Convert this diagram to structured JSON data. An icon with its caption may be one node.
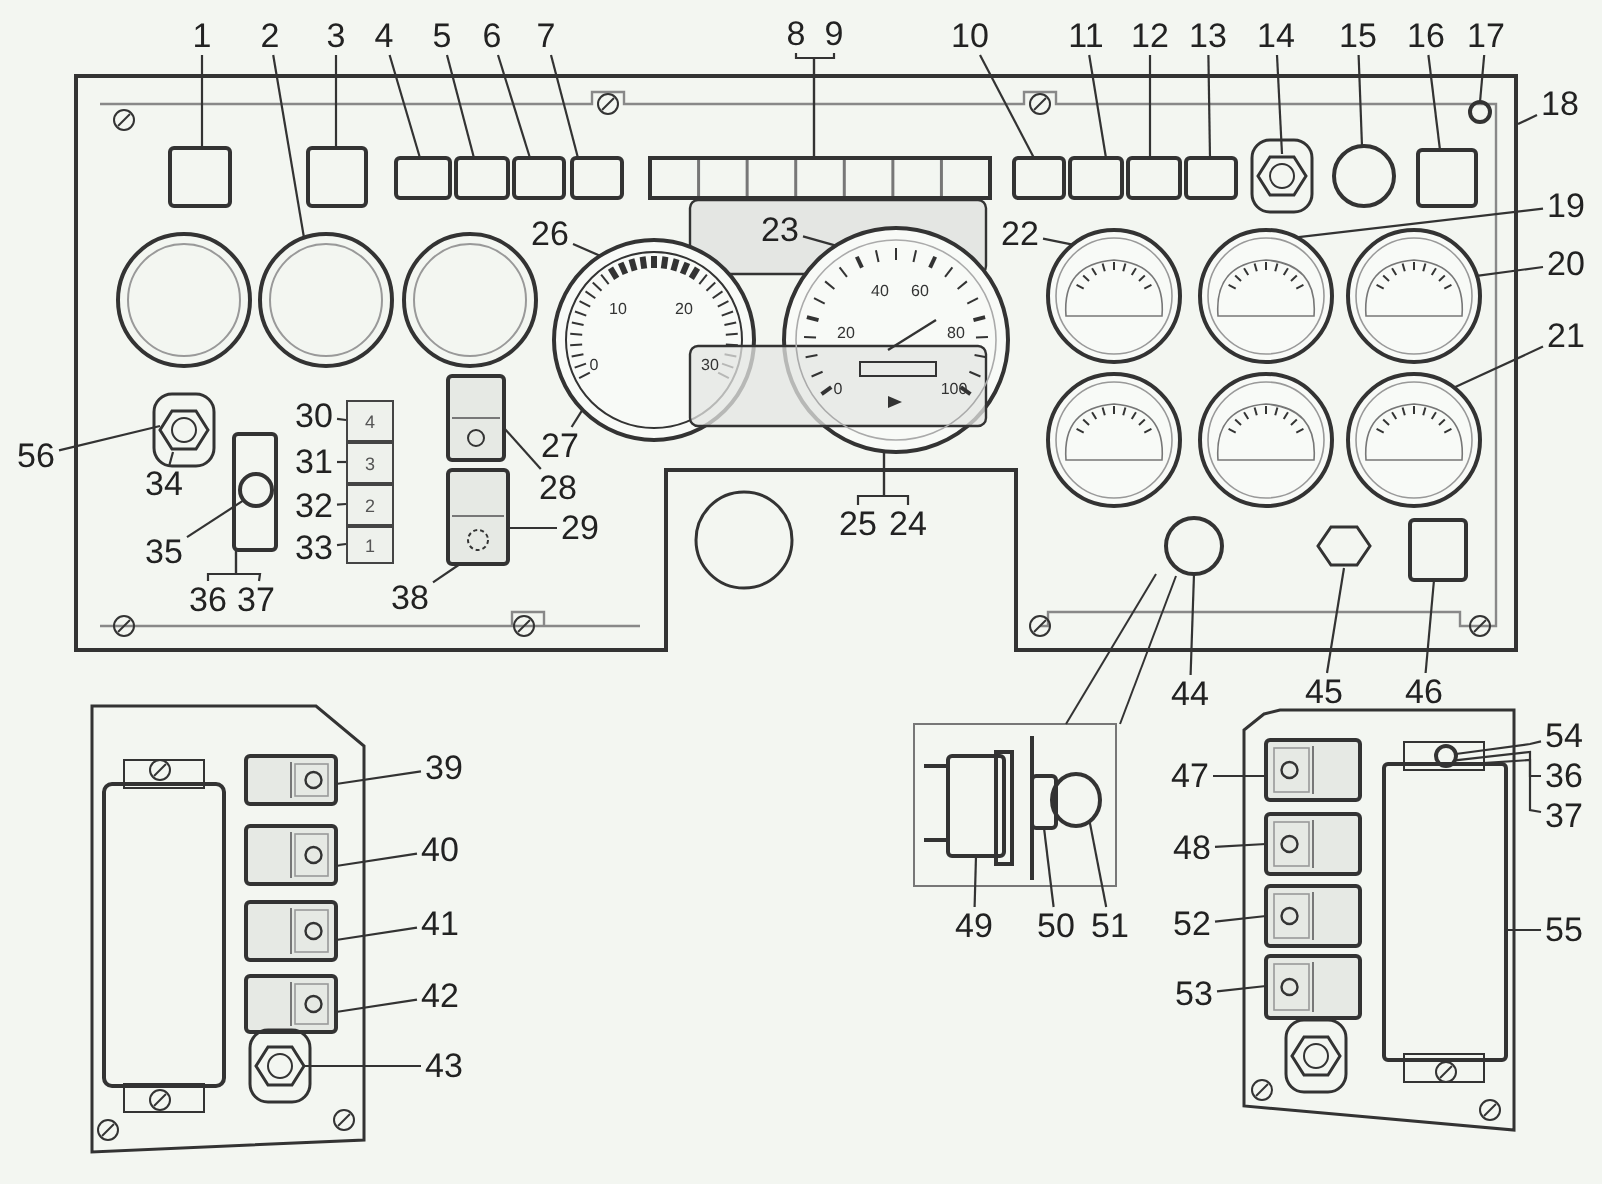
{
  "diagram": {
    "nodes": [
      {
        "text": [
          "1"
        ]
      },
      {
        "text": [
          "2"
        ]
      },
      {
        "text": [
          "3"
        ]
      },
      {
        "text": [
          "4"
        ]
      },
      {
        "text": [
          "5"
        ]
      },
      {
        "text": [
          "6"
        ]
      },
      {
        "text": [
          "7"
        ]
      },
      {
        "text": [
          "8"
        ]
      },
      {
        "text": [
          "9"
        ]
      },
      {
        "text": [
          "10"
        ]
      },
      {
        "text": [
          "11"
        ]
      },
      {
        "text": [
          "12"
        ]
      },
      {
        "text": [
          "13"
        ]
      },
      {
        "text": [
          "14"
        ]
      },
      {
        "text": [
          "15"
        ]
      },
      {
        "text": [
          "16"
        ]
      },
      {
        "text": [
          "17"
        ]
      },
      {
        "text": [
          "18"
        ]
      },
      {
        "text": [
          "26"
        ]
      },
      {
        "text": [
          "23"
        ]
      },
      {
        "text": [
          "22"
        ]
      },
      {
        "text": [
          "19"
        ]
      },
      {
        "text": [
          "20"
        ]
      },
      {
        "text": [
          "21"
        ]
      },
      {
        "text": [
          "30"
        ]
      },
      {
        "text": [
          "27"
        ]
      },
      {
        "text": [
          "56"
        ]
      },
      {
        "text": [
          "31"
        ]
      },
      {
        "text": [
          "28"
        ]
      },
      {
        "text": [
          "34"
        ]
      },
      {
        "text": [
          "32"
        ]
      },
      {
        "text": [
          "29"
        ]
      },
      {
        "text": [
          "33"
        ]
      },
      {
        "text": [
          "35"
        ]
      },
      {
        "text": [
          "25"
        ]
      },
      {
        "text": [
          "24"
        ]
      },
      {
        "text": [
          "36"
        ]
      },
      {
        "text": [
          "37"
        ]
      },
      {
        "text": [
          "38"
        ]
      },
      {
        "text": [
          "44"
        ]
      },
      {
        "text": [
          "45"
        ]
      },
      {
        "text": [
          "46"
        ]
      },
      {
        "text": [
          "54"
        ]
      },
      {
        "text": [
          "39"
        ]
      },
      {
        "text": [
          "47"
        ]
      },
      {
        "text": [
          "36"
        ]
      },
      {
        "text": [
          "40"
        ]
      },
      {
        "text": [
          "48"
        ]
      },
      {
        "text": [
          "37"
        ]
      },
      {
        "text": [
          "41"
        ]
      },
      {
        "text": [
          "52"
        ]
      },
      {
        "text": [
          "49"
        ]
      },
      {
        "text": [
          "50"
        ]
      },
      {
        "text": [
          "51"
        ]
      },
      {
        "text": [
          "55"
        ]
      },
      {
        "text": [
          "42"
        ]
      },
      {
        "text": [
          "53"
        ]
      },
      {
        "text": [
          "43"
        ]
      },
      {
        "text": [
          "4"
        ]
      },
      {
        "text": [
          "3"
        ]
      },
      {
        "text": [
          "2"
        ]
      },
      {
        "text": [
          "1"
        ]
      },
      {
        "text": [],
        "shape": "box"
      },
      {
        "text": [],
        "shape": "circle"
      },
      {
        "text": [],
        "shape": "box"
      },
      {
        "text": [],
        "shape": "box"
      },
      {
        "text": [],
        "shape": "box"
      },
      {
        "text": [],
        "shape": "box"
      },
      {
        "text": [],
        "shape": "box"
      },
      {
        "text": [],
        "shape": "bar"
      },
      {
        "text": [],
        "shape": "box"
      },
      {
        "text": [],
        "shape": "box"
      },
      {
        "text": [],
        "shape": "box"
      },
      {
        "text": [],
        "shape": "box"
      },
      {
        "text": [],
        "shape": "hexagon"
      },
      {
        "text": [],
        "shape": "circle"
      },
      {
        "text": [],
        "shape": "box"
      },
      {
        "text": [],
        "shape": "circle"
      },
      {
        "text": [],
        "shape": "circle"
      },
      {
        "text": [],
        "shape": "circle"
      },
      {
        "text": [],
        "shape": "circle"
      },
      {
        "text": [],
        "shape": "circle"
      },
      {
        "text": [],
        "shape": "circle"
      },
      {
        "text": [],
        "shape": "circle"
      },
      {
        "text": [],
        "shape": "hexagon"
      },
      {
        "text": [],
        "shape": "box"
      },
      {
        "text": [],
        "shape": "circle",
        "in": 85
      },
      {
        "text": [],
        "shape": "box"
      },
      {
        "text": [],
        "shape": "box"
      },
      {
        "text": [],
        "shape": "circle"
      },
      {
        "text": [],
        "shape": "hexagon"
      },
      {
        "text": [],
        "shape": "box"
      },
      {
        "text": [],
        "shape": "box"
      },
      {
        "text": [],
        "shape": "box"
      },
      {
        "text": [],
        "shape": "box"
      },
      {
        "text": [],
        "shape": "box"
      },
      {
        "text": [],
        "shape": "hexagon"
      },
      {
        "text": [],
        "shape": "box"
      },
      {
        "text": [],
        "shape": "box"
      },
      {
        "text": [],
        "shape": "box"
      },
      {
        "text": [],
        "shape": "box"
      },
      {
        "text": [],
        "shape": "circle"
      },
      {
        "text": [],
        "shape": "box"
      },
      {
        "text": [],
        "shape": "box"
      },
      {
        "text": [],
        "shape": "box"
      },
      {
        "text": [],
        "shape": "circle"
      }
    ],
    "edges": [
      {
        "from": 0,
        "to": 62,
        "arrow": "none"
      },
      {
        "from": 1,
        "to": 63,
        "arrow": "none"
      },
      {
        "from": 2,
        "to": 64,
        "arrow": "none"
      },
      {
        "from": 3,
        "to": 65,
        "arrow": "none"
      },
      {
        "from": 4,
        "to": 66,
        "arrow": "none"
      },
      {
        "from": 5,
        "to": 67,
        "arrow": "none"
      },
      {
        "from": 6,
        "to": 68,
        "arrow": "none"
      },
      {
        "from": 7,
        "to": 69,
        "arrow": "none"
      },
      {
        "from": 8,
        "to": 69,
        "arrow": "none"
      },
      {
        "from": 9,
        "to": 70,
        "arrow": "none"
      },
      {
        "from": 10,
        "to": 71,
        "arrow": "none"
      },
      {
        "from": 11,
        "to": 72,
        "arrow": "none"
      },
      {
        "from": 12,
        "to": 73,
        "arrow": "none"
      },
      {
        "from": 13,
        "to": 74,
        "arrow": "none"
      },
      {
        "from": 14,
        "to": 75,
        "arrow": "none"
      },
      {
        "from": 15,
        "to": 76,
        "arrow": "none"
      },
      {
        "from": 16,
        "to": 77,
        "arrow": "none"
      },
      {
        "from": 17,
        "to": null,
        "arrow": "none"
      },
      {
        "from": 18,
        "to": 78,
        "arrow": "none"
      },
      {
        "from": 19,
        "to": 79,
        "arrow": "none"
      },
      {
        "from": 20,
        "to": 80,
        "arrow": "none"
      },
      {
        "from": 21,
        "to": 81,
        "arrow": "none"
      },
      {
        "from": 22,
        "to": 82,
        "arrow": "none"
      },
      {
        "from": 23,
        "to": 83,
        "arrow": "none"
      },
      {
        "from": 24,
        "to": 58,
        "arrow": "none"
      },
      {
        "from": 25,
        "to": 78,
        "arrow": "none"
      },
      {
        "from": 26,
        "to": 84,
        "arrow": "none"
      },
      {
        "from": 27,
        "to": 59,
        "arrow": "none"
      },
      {
        "from": 28,
        "to": 87,
        "arrow": "none"
      },
      {
        "from": 29,
        "to": 84,
        "arrow": "none"
      },
      {
        "from": 30,
        "to": 60,
        "arrow": "none"
      },
      {
        "from": 31,
        "to": 88,
        "arrow": "none"
      },
      {
        "from": 32,
        "to": 61,
        "arrow": "none"
      },
      {
        "from": 33,
        "to": 86,
        "arrow": "none"
      },
      {
        "from": 34,
        "to": 79,
        "arrow": "none"
      },
      {
        "from": 35,
        "to": 79,
        "arrow": "none"
      },
      {
        "from": 36,
        "to": 85,
        "arrow": "none"
      },
      {
        "from": 37,
        "to": 85,
        "arrow": "none"
      },
      {
        "from": 38,
        "to": 88,
        "arrow": "none"
      },
      {
        "from": 39,
        "to": 89,
        "arrow": "none"
      },
      {
        "from": 40,
        "to": 90,
        "arrow": "none"
      },
      {
        "from": 41,
        "to": 91,
        "arrow": "none"
      },
      {
        "from": 42,
        "to": 101,
        "arrow": "none"
      },
      {
        "from": 43,
        "to": 92,
        "arrow": "none"
      },
      {
        "from": 44,
        "to": 97,
        "arrow": "none"
      },
      {
        "from": 45,
        "to": 101,
        "arrow": "none"
      },
      {
        "from": 46,
        "to": 93,
        "arrow": "none"
      },
      {
        "from": 47,
        "to": 98,
        "arrow": "none"
      },
      {
        "from": 48,
        "to": 101,
        "arrow": "none"
      },
      {
        "from": 49,
        "to": 94,
        "arrow": "none"
      },
      {
        "from": 50,
        "to": 99,
        "arrow": "none"
      },
      {
        "from": 51,
        "to": 103,
        "arrow": "none"
      },
      {
        "from": 52,
        "to": 104,
        "arrow": "none"
      },
      {
        "from": 53,
        "to": 105,
        "arrow": "none"
      },
      {
        "from": 54,
        "to": 102,
        "arrow": "none"
      },
      {
        "from": 55,
        "to": 95,
        "arrow": "none"
      },
      {
        "from": 56,
        "to": 100,
        "arrow": "none"
      },
      {
        "from": 57,
        "to": 96,
        "arrow": "none"
      }
    ],
    "labels": [
      "0",
      "10",
      "20",
      "30",
      "0",
      "20",
      "40",
      "60",
      "80",
      "100"
    ]
  }
}
